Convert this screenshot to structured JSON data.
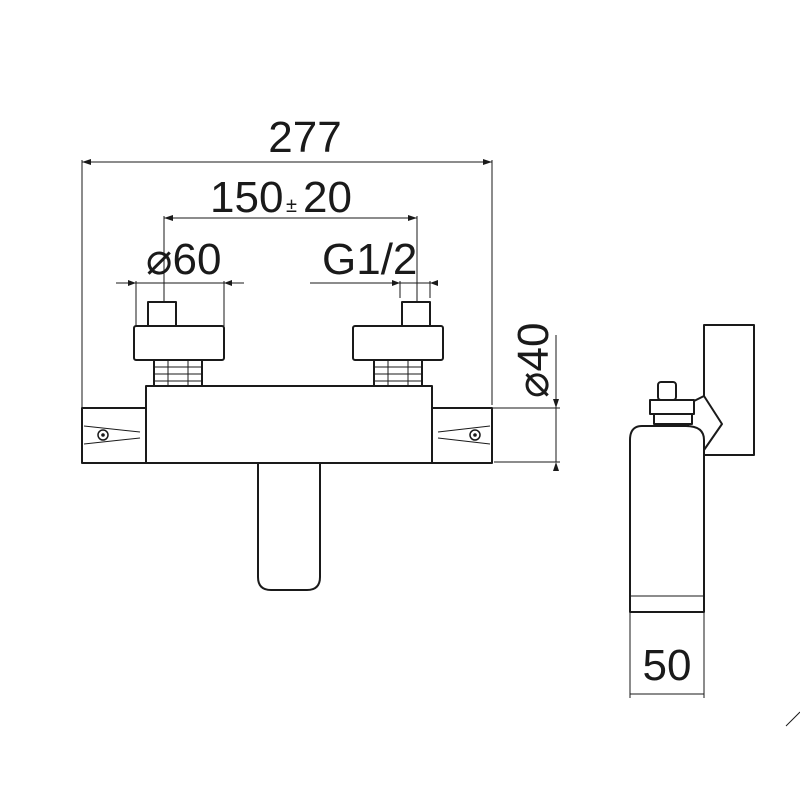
{
  "dimensions": {
    "overall_width": "277",
    "inlet_spacing": "150",
    "inlet_tolerance": "±",
    "inlet_tolerance_value": "20",
    "handle_diameter": "⌀60",
    "thread": "G1/2",
    "body_diameter": "⌀40",
    "depth": "50"
  },
  "colors": {
    "line": "#1a1a1a",
    "background": "#ffffff"
  }
}
